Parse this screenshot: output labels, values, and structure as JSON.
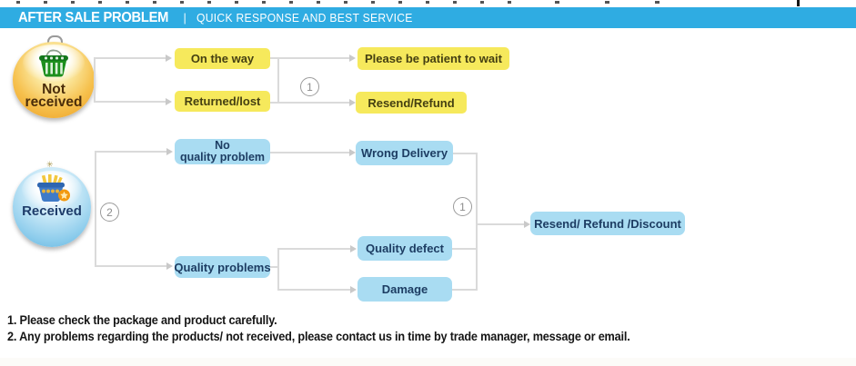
{
  "header": {
    "title": "AFTER SALE PROBLEM",
    "separator": "|",
    "subtitle": "QUICK RESPONSE AND BEST SERVICE"
  },
  "flowchart": {
    "badges": {
      "not_received": {
        "line1": "Not",
        "line2": "received",
        "icon": "green-shopping-basket"
      },
      "received": {
        "label": "Received",
        "icon": "blue-shopping-basket-with-star"
      }
    },
    "nodes": {
      "on_the_way": "On the way",
      "returned_lost": "Returned/lost",
      "please_wait": "Please be patient to wait",
      "resend_refund": "Resend/Refund",
      "no_quality_line1": "No",
      "no_quality_line2": "quality problem",
      "quality_problems": "Quality problems",
      "wrong_delivery": "Wrong Delivery",
      "quality_defect": "Quality defect",
      "damage": "Damage",
      "resend_refund_discount": "Resend/ Refund /Discount"
    },
    "markers": {
      "path1_upper": "1",
      "path2": "2",
      "path1_lower": "1"
    }
  },
  "footer": {
    "notes": [
      "1. Please check the package and product carefully.",
      "2. Any problems regarding the products/ not received, please contact us in time by trade manager, message or email."
    ]
  },
  "colors": {
    "header_bar": "#2face2",
    "yellow_node": "#f6e95c",
    "yellow_node_text": "#454012",
    "blue_node": "#a9dcf2",
    "blue_node_text": "#1d3d63",
    "connector_line": "#dadada",
    "marker_gray": "#9b9b9b",
    "footer_text": "#151515"
  }
}
